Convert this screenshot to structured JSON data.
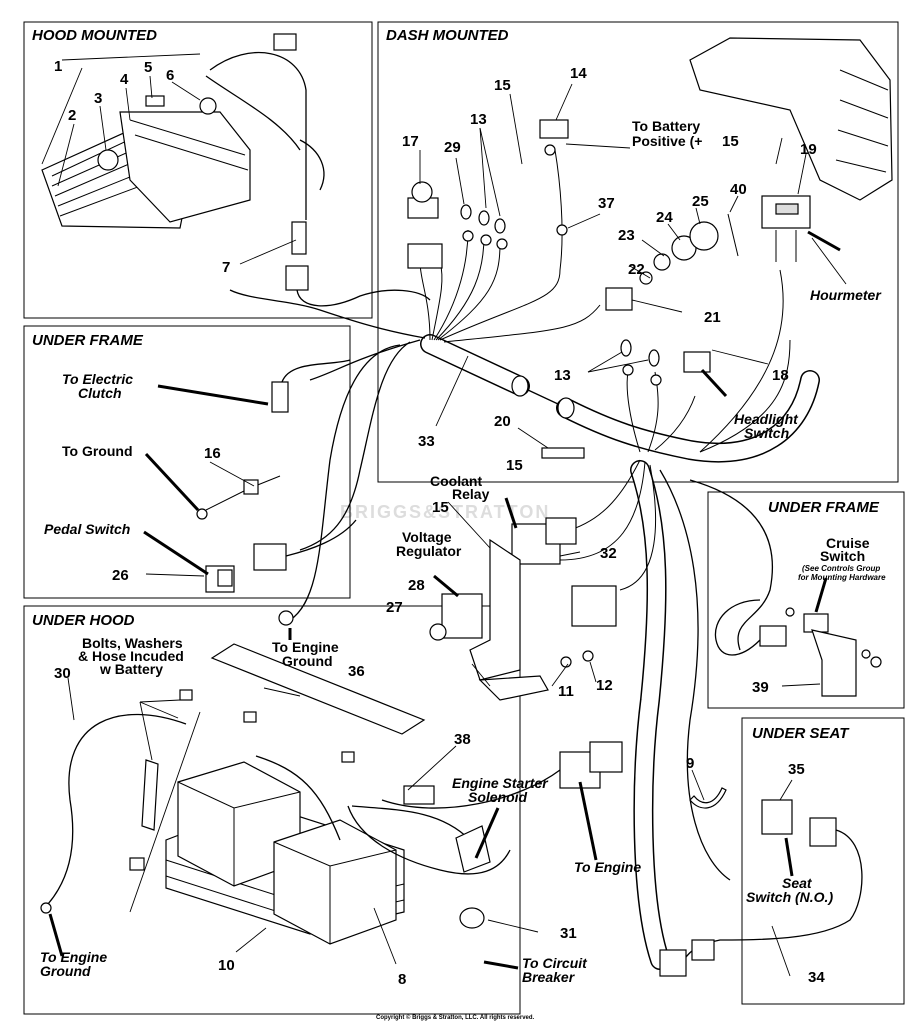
{
  "sections": {
    "hood_mounted": "HOOD MOUNTED",
    "dash_mounted": "DASH MOUNTED",
    "under_frame_left": "UNDER FRAME",
    "under_frame_right": "UNDER FRAME",
    "under_hood": "UNDER HOOD",
    "under_seat": "UNDER SEAT"
  },
  "part_numbers": {
    "n1": "1",
    "n2": "2",
    "n3": "3",
    "n4": "4",
    "n5": "5",
    "n6": "6",
    "n7": "7",
    "n8": "8",
    "n9": "9",
    "n10": "10",
    "n11": "11",
    "n12": "12",
    "n13a": "13",
    "n13b": "13",
    "n14": "14",
    "n15a": "15",
    "n15b": "15",
    "n15c": "15",
    "n15d": "15",
    "n16": "16",
    "n17": "17",
    "n18": "18",
    "n19": "19",
    "n20": "20",
    "n21": "21",
    "n22": "22",
    "n23": "23",
    "n24": "24",
    "n25": "25",
    "n26": "26",
    "n27": "27",
    "n28": "28",
    "n29": "29",
    "n30": "30",
    "n31": "31",
    "n32": "32",
    "n33": "33",
    "n34": "34",
    "n35": "35",
    "n36": "36",
    "n37": "37",
    "n38": "38",
    "n39": "39",
    "n40": "40"
  },
  "labels": {
    "to_battery_1": "To Battery",
    "to_battery_2": "Positive (+",
    "hourmeter": "Hourmeter",
    "to_electric_1": "To Electric",
    "to_electric_2": "Clutch",
    "to_ground": "To Ground",
    "pedal_switch": "Pedal Switch",
    "headlight_1": "Headlight",
    "headlight_2": "Switch",
    "coolant_1": "Coolant",
    "coolant_2": "Relay",
    "voltage_1": "Voltage",
    "voltage_2": "Regulator",
    "cruise_1": "Cruise",
    "cruise_2": "Switch",
    "cruise_note_1": "(See Controls Group",
    "cruise_note_2": "for Mounting Hardware",
    "to_engine_ground_top_1": "To Engine",
    "to_engine_ground_top_2": "Ground",
    "bolts_1": "Bolts, Washers",
    "bolts_2": "& Hose Incuded",
    "bolts_3": "w Battery",
    "starter_1": "Engine Starter",
    "starter_2": "Solenoid",
    "to_engine": "To Engine",
    "seat_1": "Seat",
    "seat_2": "Switch (N.O.)",
    "to_engine_ground_bottom_1": "To Engine",
    "to_engine_ground_bottom_2": "Ground",
    "to_circuit_1": "To Circuit",
    "to_circuit_2": "Breaker"
  },
  "watermark": "BRIGGS&STRATTON",
  "copyright": "Copyright © Briggs & Stratton, LLC. All rights reserved."
}
